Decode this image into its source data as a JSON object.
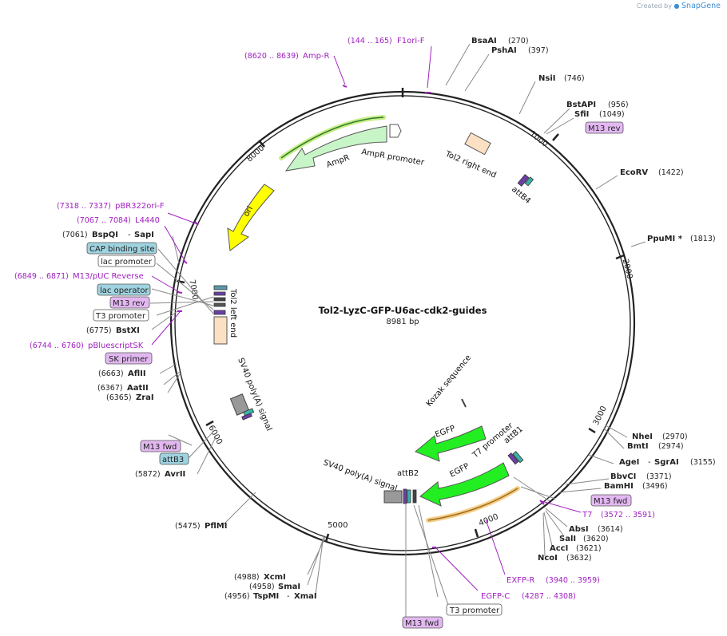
{
  "credit": {
    "prefix": "Created by",
    "brand": "SnapGene"
  },
  "plasmid": {
    "name": "Tol2-LyzC-GFP-U6ac-cdk2-guides",
    "length": "8981 bp"
  },
  "ticks": [
    "1000",
    "2000",
    "3000",
    "4000",
    "5000",
    "6000",
    "7000",
    "8000"
  ],
  "enzymes": [
    {
      "name": "BsaAI",
      "pos": "(270)"
    },
    {
      "name": "PshAI",
      "pos": "(397)"
    },
    {
      "name": "NsiI",
      "pos": "(746)"
    },
    {
      "name": "BstAPI",
      "pos": "(956)"
    },
    {
      "name": "SfiI",
      "pos": "(1049)"
    },
    {
      "name": "EcoRV",
      "pos": "(1422)"
    },
    {
      "name": "PpuMI *",
      "pos": "(1813)"
    },
    {
      "name": "NheI",
      "pos": "(2970)"
    },
    {
      "name": "BmtI",
      "pos": "(2974)"
    },
    {
      "name": "AgeI",
      "name2": "SgrAI",
      "pos": "(3155)"
    },
    {
      "name": "BbvCI",
      "pos": "(3371)"
    },
    {
      "name": "BamHI",
      "pos": "(3496)"
    },
    {
      "name": "AbsI",
      "pos": "(3614)"
    },
    {
      "name": "SalI",
      "pos": "(3620)"
    },
    {
      "name": "AccI",
      "pos": "(3621)"
    },
    {
      "name": "NcoI",
      "pos": "(3632)"
    },
    {
      "name": "XcmI",
      "pos": "(4988)"
    },
    {
      "name": "SmaI",
      "pos": "(4958)"
    },
    {
      "name": "TspMI",
      "name2": "XmaI",
      "pos": "(4956)"
    },
    {
      "name": "PflMI",
      "pos": "(5475)"
    },
    {
      "name": "AvrII",
      "pos": "(5872)"
    },
    {
      "name": "AatII",
      "pos": "(6367)"
    },
    {
      "name": "ZraI",
      "pos": "(6365)"
    },
    {
      "name": "AflII",
      "pos": "(6663)"
    },
    {
      "name": "BstXI",
      "pos": "(6775)"
    },
    {
      "name": "BspQI",
      "name2": "SapI",
      "pos": "(7061)"
    }
  ],
  "primers": [
    {
      "name": "F1ori-F",
      "pos": "(144 .. 165)"
    },
    {
      "name": "Amp-R",
      "pos": "(8620 .. 8639)"
    },
    {
      "name": "pBR322ori-F",
      "pos": "(7318 .. 7337)"
    },
    {
      "name": "L4440",
      "pos": "(7067 .. 7084)"
    },
    {
      "name": "M13/pUC Reverse",
      "pos": "(6849 .. 6871)"
    },
    {
      "name": "pBluescriptSK",
      "pos": "(6744 .. 6760)"
    },
    {
      "name": "T7",
      "pos": "(3572 .. 3591)"
    },
    {
      "name": "EXFP-R",
      "pos": "(3940 .. 3959)"
    },
    {
      "name": "EGFP-C",
      "pos": "(4287 .. 4308)"
    }
  ],
  "boxed_labels": {
    "m13rev_top": "M13 rev",
    "cap": "CAP binding site",
    "lac_promoter": "lac promoter",
    "lac_operator": "lac operator",
    "m13rev_left": "M13 rev",
    "t3_left": "T3 promoter",
    "sk_primer": "SK primer",
    "m13fwd_left": "M13 fwd",
    "attb3": "attB3",
    "m13fwd_right": "M13 fwd",
    "m13fwd_bottom": "M13 fwd",
    "t3_bottom": "T3 promoter"
  },
  "features": {
    "ampr_promoter": "AmpR promoter",
    "ampr": "AmpR",
    "ori": "ori",
    "tol2_right": "Tol2 right end",
    "attb4": "attB4",
    "tol2_left": "Tol2 left end",
    "sv40_left": "SV40 poly(A) signal",
    "kozak": "Kozak sequence",
    "egfp1": "EGFP",
    "t7_promoter": "T7 promoter",
    "attb1": "attB1",
    "egfp2": "EGFP",
    "attb2": "attB2",
    "sv40_bottom": "SV40 poly(A) signal"
  },
  "colors": {
    "ampr": "#c8f5c8",
    "ori": "#ffff00",
    "egfp": "#22ee22",
    "tol2": "#fbe0c4",
    "primer": "#a020c0",
    "box_blue": "#9fd3e0",
    "box_purple": "#e3b8f2",
    "orf_green": "#2a9a2a",
    "orf_orange": "#f0a030"
  }
}
